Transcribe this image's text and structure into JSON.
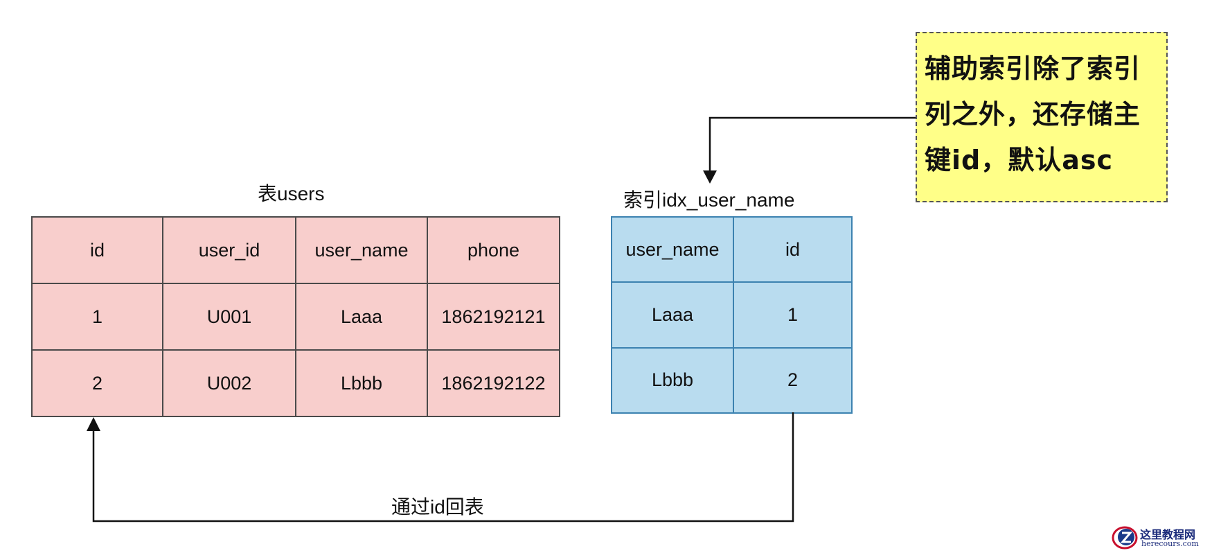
{
  "users_table": {
    "title": "表users",
    "headers": [
      "id",
      "user_id",
      "user_name",
      "phone"
    ],
    "rows": [
      [
        "1",
        "U001",
        "Laaa",
        "1862192121"
      ],
      [
        "2",
        "U002",
        "Lbbb",
        "1862192122"
      ]
    ]
  },
  "index_table": {
    "title": "索引idx_user_name",
    "headers": [
      "user_name",
      "id"
    ],
    "rows": [
      [
        "Laaa",
        "1"
      ],
      [
        "Lbbb",
        "2"
      ]
    ]
  },
  "note": {
    "lines": [
      "辅助索引除了索引",
      "列之外，还存储主",
      "键id，默认asc"
    ]
  },
  "lookup_arrow": {
    "label": "通过id回表"
  },
  "logo": {
    "name": "这里教程网",
    "url_text": "herecours.com"
  },
  "colors": {
    "users_fill": "#f8cecc",
    "index_fill": "#b9dcef",
    "note_fill": "#ffff88"
  }
}
